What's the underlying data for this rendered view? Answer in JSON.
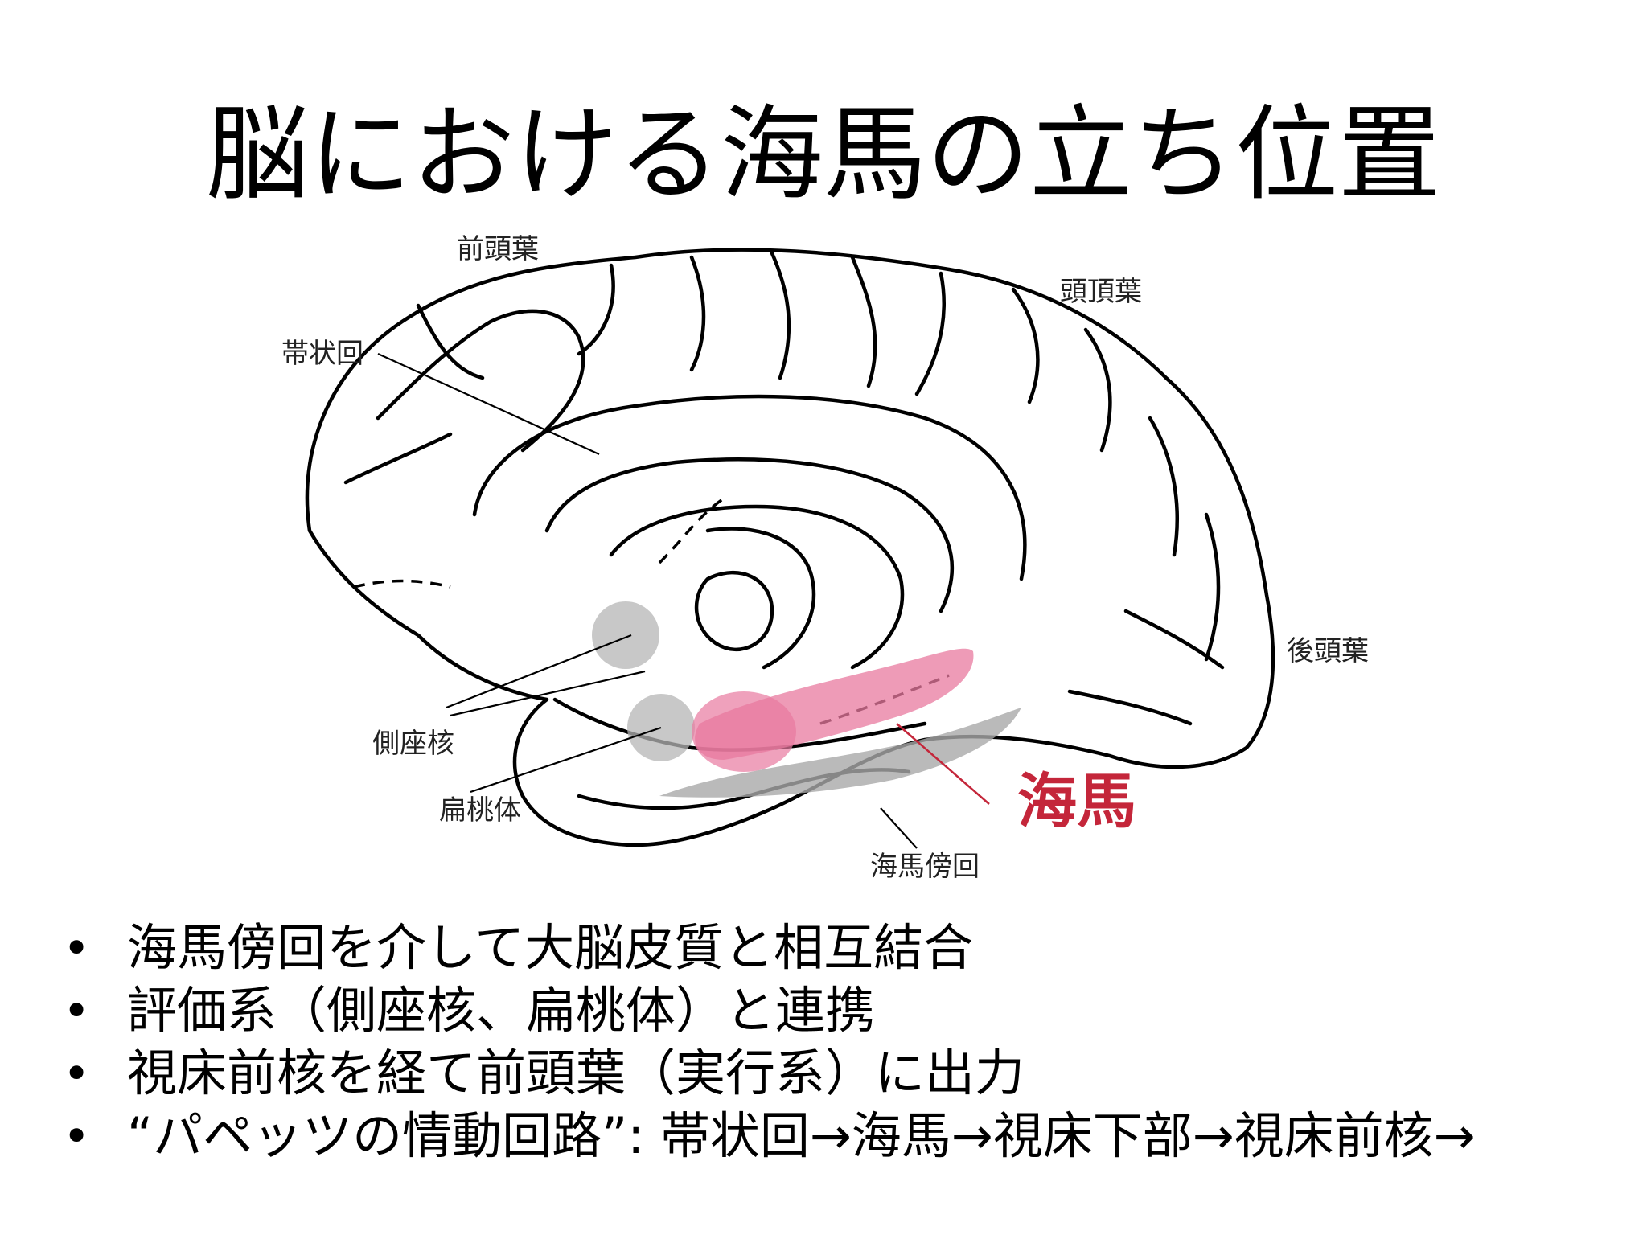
{
  "title": "脳における海馬の立ち位置",
  "labels": {
    "frontal": "前頭葉",
    "parietal": "頭頂葉",
    "cingulate": "帯状回",
    "occipital": "後頭葉",
    "accumbens": "側座核",
    "amygdala": "扁桃体",
    "hippocampus": "海馬",
    "parahippocampal": "海馬傍回"
  },
  "bullets": [
    "海馬傍回を介して大脳皮質と相互結合",
    "評価系（側座核、扁桃体）と連携",
    "視床前核を経て前頭葉（実行系）に出力",
    "“パペッツの情動回路”: 帯状回→海馬→視床下部→視床前核→"
  ],
  "colors": {
    "hippocampus": "#e8799f",
    "hippocampus_label": "#c4263a",
    "gray_region": "#b5b5b5",
    "outline": "#000000"
  }
}
